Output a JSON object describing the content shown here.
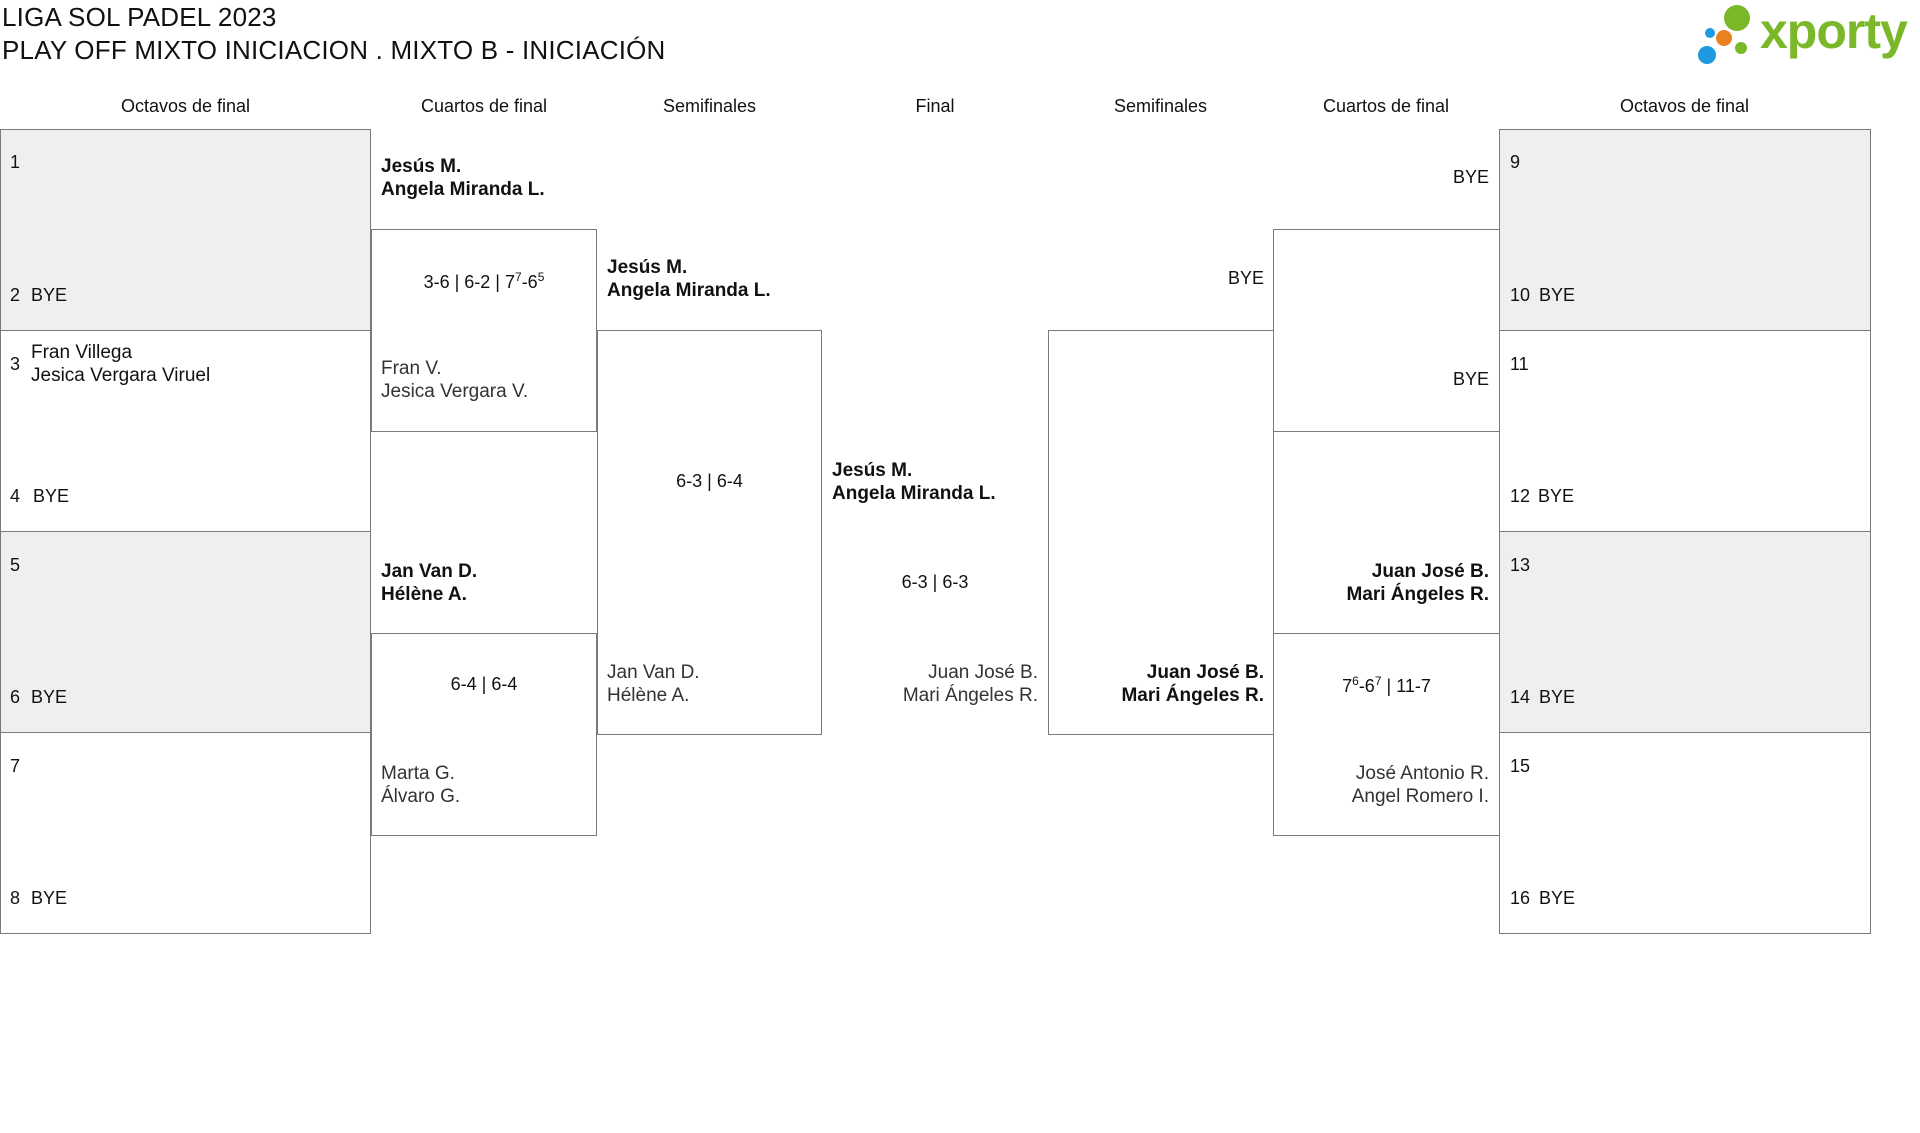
{
  "header": {
    "title_line1": "LIGA SOL PADEL 2023",
    "title_line2": "PLAY OFF MIXTO INICIACION . MIXTO B - INICIACIÓN",
    "logo_text": "xporty",
    "logo_colors": [
      "#1e9be0",
      "#e8821e",
      "#7ab829"
    ]
  },
  "columns": {
    "left_octavos": "Octavos de final",
    "left_cuartos": "Cuartos de final",
    "left_semis": "Semifinales",
    "final": "Final",
    "right_semis": "Semifinales",
    "right_cuartos": "Cuartos de final",
    "right_octavos": "Octavos de final"
  },
  "octavos_left": [
    {
      "num": "1",
      "team": ""
    },
    {
      "num": "2",
      "team": "BYE"
    },
    {
      "num": "3",
      "team_line1": "Fran Villega",
      "team_line2": "Jesica Vergara Viruel"
    },
    {
      "num": "4",
      "team": "BYE"
    },
    {
      "num": "5",
      "team": ""
    },
    {
      "num": "6",
      "team": "BYE"
    },
    {
      "num": "7",
      "team": ""
    },
    {
      "num": "8",
      "team": "BYE"
    }
  ],
  "octavos_right": [
    {
      "num": "9",
      "team": ""
    },
    {
      "num": "10",
      "team": "BYE"
    },
    {
      "num": "11",
      "team": ""
    },
    {
      "num": "12",
      "team": "BYE"
    },
    {
      "num": "13",
      "team": ""
    },
    {
      "num": "14",
      "team": "BYE"
    },
    {
      "num": "15",
      "team": ""
    },
    {
      "num": "16",
      "team": "BYE"
    }
  ],
  "cuartos_left": [
    {
      "top_line1": "Jesús M.",
      "top_line2": "Angela Miranda L.",
      "score_text": "3-6 | 6-2 | 7",
      "score_sup1": "7",
      "score_mid": "-6",
      "score_sup2": "5",
      "bottom_line1": "Fran V.",
      "bottom_line2": "Jesica Vergara V."
    },
    {
      "top_line1": "Jan Van D.",
      "top_line2": "Hélène A.",
      "score_text": "6-4 | 6-4",
      "bottom_line1": "Marta G.",
      "bottom_line2": "Álvaro G."
    }
  ],
  "cuartos_right": [
    {
      "top": "BYE",
      "bottom": "BYE"
    },
    {
      "top_line1": "Juan José B.",
      "top_line2": "Mari Ángeles R.",
      "score_pre": "7",
      "score_sup1": "6",
      "score_mid": "-6",
      "score_sup2": "7",
      "score_post": " | 11-7",
      "bottom_line1": "José Antonio R.",
      "bottom_line2": "Angel Romero I."
    }
  ],
  "semis_left": {
    "top_line1": "Jesús M.",
    "top_line2": "Angela Miranda L.",
    "score_text": "6-3 | 6-4",
    "bottom_line1": "Jan Van D.",
    "bottom_line2": "Hélène A."
  },
  "semis_right": {
    "top": "BYE",
    "bottom_line1": "Juan José B.",
    "bottom_line2": "Mari Ángeles R."
  },
  "final": {
    "top_line1": "Jesús M.",
    "top_line2": "Angela Miranda L.",
    "score_text": "6-3 | 6-3",
    "bottom_line1": "Juan José B.",
    "bottom_line2": "Mari Ángeles R."
  }
}
